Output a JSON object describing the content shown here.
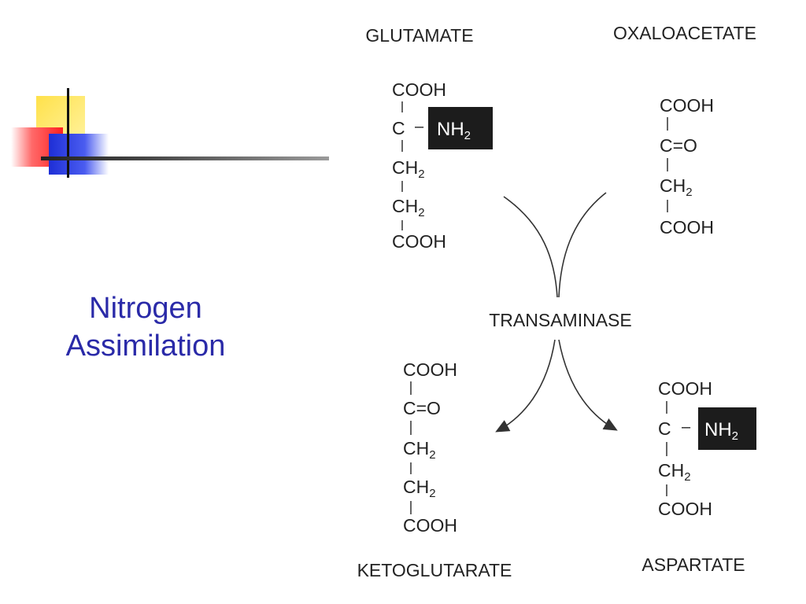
{
  "title": {
    "line1": "Nitrogen",
    "line2": "Assimilation"
  },
  "diagram": {
    "reactants": [
      {
        "name": "GLUTAMATE",
        "rows": [
          "COOH",
          "C",
          "CH",
          "CH",
          "COOH"
        ],
        "highlight": "NH"
      },
      {
        "name": "OXALOACETATE",
        "rows": [
          "COOH",
          "C",
          "=O",
          "CH",
          "COOH"
        ]
      }
    ],
    "enzyme": "TRANSAMINASE",
    "products": [
      {
        "name": "KETOGLUTARATE",
        "rows": [
          "COOH",
          "C",
          "=O",
          "CH",
          "CH",
          "COOH"
        ]
      },
      {
        "name": "ASPARTATE",
        "rows": [
          "COOH",
          "C",
          "CH",
          "COOH"
        ],
        "highlight": "NH"
      }
    ],
    "subscript": "2",
    "bond_dash": "–",
    "colors": {
      "highlight_box": "#1c1c1c",
      "highlight_text": "#ffffff",
      "title": "#2a2aa8"
    }
  }
}
